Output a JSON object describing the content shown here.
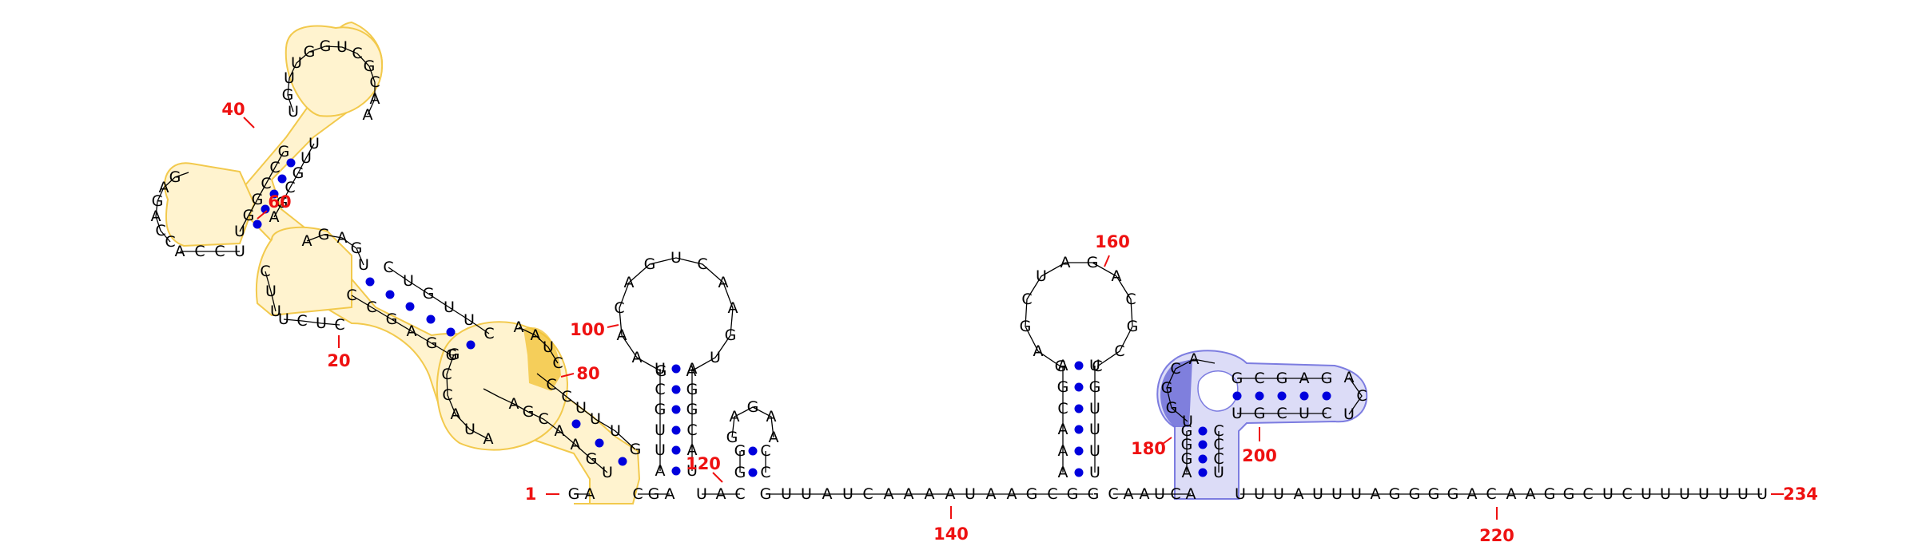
{
  "colors": {
    "nucleotide": "#000000",
    "bond": "#0000dd",
    "position_label": "#ee1111",
    "motif_yellow_fill": "#fff3cf",
    "motif_yellow_stroke": "#f2c94c",
    "motif_yellow_highlight": "#f2c233",
    "motif_blue_fill": "#dcdcf7",
    "motif_blue_stroke": "#7c7ce0",
    "motif_blue_highlight": "#6e6ed8"
  },
  "sequence": {
    "backbone_1_2": "GA",
    "backbone_3_7": "CGAUA",
    "backbone_8_10": "UAC",
    "backbone_11_32": "GUUAUCAAAAUAAGCGG",
    "backbone_after_loop": "CAAUCA",
    "backbone_tail": "UUUAUUUAGGGGACAAGGCUCUUUUUUU"
  },
  "position_labels": [
    {
      "text": "1"
    },
    {
      "text": "20"
    },
    {
      "text": "40"
    },
    {
      "text": "60"
    },
    {
      "text": "80"
    },
    {
      "text": "100"
    },
    {
      "text": "120"
    },
    {
      "text": "140"
    },
    {
      "text": "160"
    },
    {
      "text": "180"
    },
    {
      "text": "200"
    },
    {
      "text": "220"
    },
    {
      "text": "234"
    }
  ]
}
